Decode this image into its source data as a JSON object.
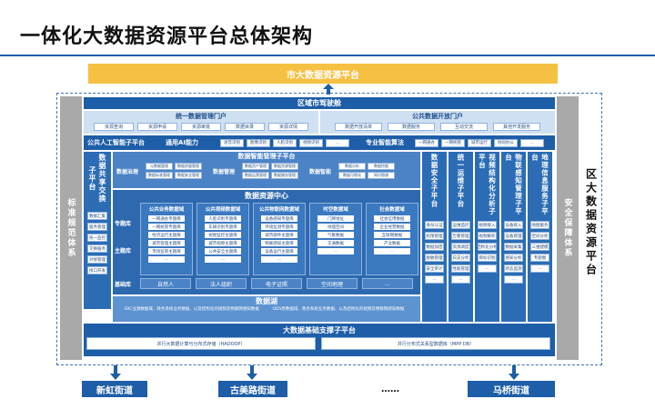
{
  "title": "一体化大数据资源平台总体架构",
  "top_banner": "市大数据资源平台",
  "right_side": "区大数据资源平台",
  "left_band": "标准规范体系",
  "right_band": "安全保障体系",
  "cockpit": "区域市驾驶舱",
  "portal_left": {
    "title": "统一数据管理门户",
    "items": [
      "资源查询",
      "资源申请",
      "资源审批",
      "数据目录",
      "资源详情"
    ]
  },
  "portal_right": {
    "title": "公共数据开放门户",
    "items": [
      "数据开放清单",
      "数据服务",
      "互动交流",
      "其他开发服务"
    ]
  },
  "ai_platform": {
    "title": "公共人工智能子平台",
    "general_label": "通用AI能力",
    "general_items": [
      "语音识别",
      "图像识别",
      "人脸识别",
      "视频识别",
      "..."
    ],
    "pro_label": "专业智能算法",
    "pro_items": [
      "一网通办",
      "一网统管",
      "城市运行",
      "协同办公",
      "..."
    ]
  },
  "exchange": "数据共享交换子平台",
  "exchange_items": [
    "数据汇集",
    "服务管理",
    "统一监控",
    "交换服务",
    "对接管理",
    "接口开发"
  ],
  "mgmt": {
    "title": "数据智能管理子平台",
    "governance": "数据治理",
    "governance_items": [
      "元数据管理",
      "数据质量管理",
      "数据标准管理",
      "数据安全管理"
    ],
    "management": "数据管理",
    "management_items": [
      "数据资产管理",
      "数据资源管理",
      "数据运营管理",
      "数据服务管理"
    ],
    "intelligence": "数据智能",
    "intelligence_items": [
      "数据分析",
      "数据挖掘",
      "数据可视化",
      "知识图谱"
    ]
  },
  "resource_center": "数据资源中心",
  "row_labels": [
    "专题库",
    "主题库",
    "基础库"
  ],
  "domains": [
    {
      "name": "公共业务数据域",
      "items": [
        "一网通办专题库",
        "一网统管专题库",
        "经济运行主题库",
        "城市管理主题库",
        "市场监管主题库",
        "..."
      ]
    },
    {
      "name": "公共视频数据域",
      "items": [
        "人脸识别专题库",
        "车辆识别专题库",
        "视频监控主题库",
        "城市视频主题库",
        "公共安全主题库",
        "..."
      ]
    },
    {
      "name": "公共物联网数据域",
      "items": [
        "设备感知专题库",
        "环境监测专题库",
        "城市部件主题库",
        "物联感知主题库",
        "设备运行主题库",
        "..."
      ]
    },
    {
      "name": "时空数据域",
      "items": [
        "门牌地址",
        "地理空间",
        "气象数据",
        "交通数据",
        "..."
      ]
    },
    {
      "name": "社会数据域",
      "items": [
        "社会信用数据",
        "企业经营数据",
        "互联网数据",
        "产业数据",
        "..."
      ]
    }
  ],
  "base_items": [
    "自然人",
    "法人组织",
    "电子证照",
    "空间地理",
    "..."
  ],
  "data_lake": {
    "title": "数据湖",
    "left_text": "SRC业源数据域、政务系统业务数据、以及结构化的视频及物联网感知数据",
    "right_text": "ODS原数据域、政务系统业务数据、以及结构化的视频及物联网感知数据"
  },
  "columns": [
    {
      "title": "数据安全子平台",
      "items": [
        "身份认证",
        "权限管理",
        "数据加密",
        "脱敏管理",
        "安全审计",
        "..."
      ]
    },
    {
      "title": "统一运维子平台",
      "items": [
        "运维监控",
        "告警管理",
        "资源调度",
        "日志分析",
        "性能管理",
        "..."
      ]
    },
    {
      "title": "视频结构化分析子平台",
      "items": [
        "视频接入",
        "视频解析",
        "结构化分析",
        "目标识别",
        "..."
      ]
    },
    {
      "title": "物联感知管理子平台",
      "items": [
        "设备接入",
        "设备管理",
        "数据采集",
        "感知分析",
        "状态监测",
        "..."
      ]
    },
    {
      "title": "地理信息服务子平台",
      "items": [
        "地图服务",
        "空间分析",
        "三维建模",
        "专题图",
        "..."
      ]
    }
  ],
  "infra": {
    "title": "大数据基础支撑子平台",
    "left": "并行大数据计算与分布式存储（HADOOP）",
    "right": "并行分布式关系型数据库（MPP DB）"
  },
  "streets": [
    "新虹街道",
    "古美路街道",
    "……",
    "马桥街道"
  ]
}
